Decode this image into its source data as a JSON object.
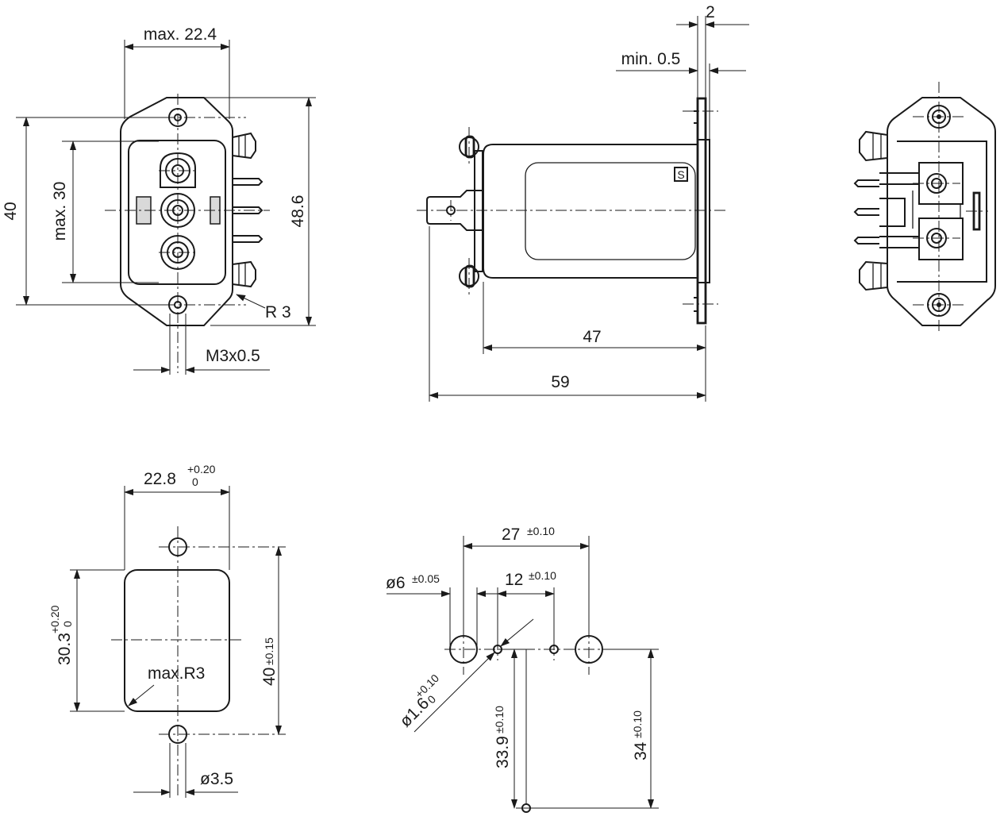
{
  "dimensions": {
    "front_width": "max. 22.4",
    "front_height_flange": "40",
    "front_height_body": "max. 30",
    "front_height_total": "48.6",
    "corner_radius": "R 3",
    "screw_thread": "M3x0.5",
    "flange_thickness": "2",
    "panel_thickness": "min. 0.5",
    "body_length": "47",
    "overall_length": "59",
    "cutout_width": "22.8",
    "cutout_width_tol_upper": "+0.20",
    "cutout_width_tol_lower": "0",
    "cutout_height": "30.3",
    "cutout_height_tol_upper": "+0.20",
    "cutout_height_tol_lower": "0",
    "hole_pitch": "40",
    "hole_pitch_tol": "±0.15",
    "cutout_radius": "max.R3",
    "mount_hole_dia": "ø3.5",
    "pcb_pitch_outer": "27",
    "pcb_pitch_outer_tol": "±0.10",
    "pcb_pitch_inner": "12",
    "pcb_pitch_inner_tol": "±0.10",
    "pcb_big_hole": "ø6",
    "pcb_big_hole_tol": "±0.05",
    "pcb_small_hole": "ø1.6",
    "pcb_small_hole_tol_upper": "+0.10",
    "pcb_small_hole_tol_lower": "0",
    "pcb_offset_a": "33.9",
    "pcb_offset_a_tol": "±0.10",
    "pcb_offset_b": "34",
    "pcb_offset_b_tol": "±0.10"
  },
  "marking_symbol": "S"
}
